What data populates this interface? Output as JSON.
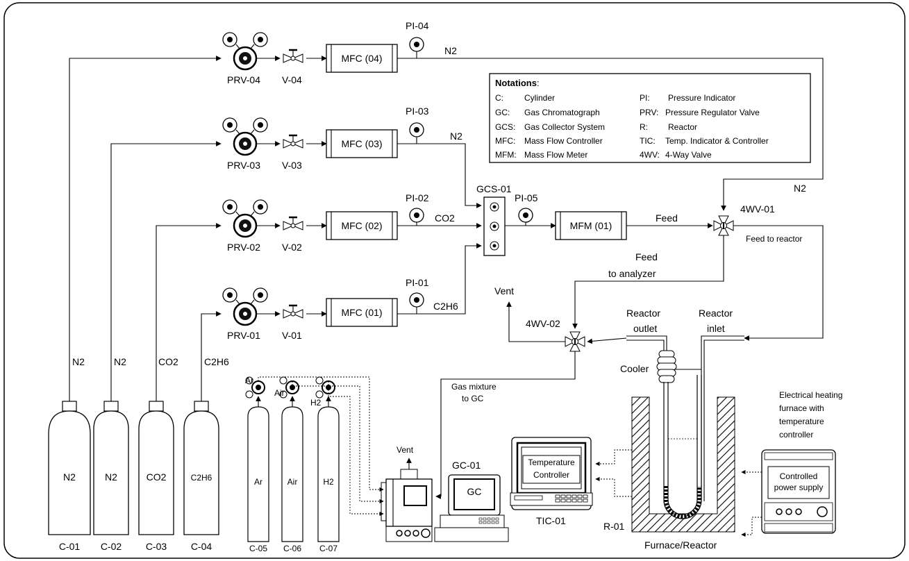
{
  "cylinders": [
    {
      "tag": "C-01",
      "gas": "N2",
      "line_label": "N2"
    },
    {
      "tag": "C-02",
      "gas": "N2",
      "line_label": "N2"
    },
    {
      "tag": "C-03",
      "gas": "CO2",
      "line_label": "CO2"
    },
    {
      "tag": "C-04",
      "gas": "C2H6",
      "line_label": "C2H6"
    },
    {
      "tag": "C-05",
      "gas": "Ar",
      "line_label": "Ar"
    },
    {
      "tag": "C-06",
      "gas": "Air",
      "line_label": "Air"
    },
    {
      "tag": "C-07",
      "gas": "H2",
      "line_label": "H2"
    }
  ],
  "lines": [
    {
      "prv": "PRV-04",
      "valve": "V-04",
      "mfc": "MFC (04)",
      "pi": "PI-04",
      "gas": "N2"
    },
    {
      "prv": "PRV-03",
      "valve": "V-03",
      "mfc": "MFC (03)",
      "pi": "PI-03",
      "gas": "N2"
    },
    {
      "prv": "PRV-02",
      "valve": "V-02",
      "mfc": "MFC (02)",
      "pi": "PI-02",
      "gas": "CO2"
    },
    {
      "prv": "PRV-01",
      "valve": "V-01",
      "mfc": "MFC (01)",
      "pi": "PI-01",
      "gas": "C2H6"
    }
  ],
  "gcs": "GCS-01",
  "pi05": "PI-05",
  "mfm": "MFM (01)",
  "feed": "Feed",
  "v4wv01": "4WV-01",
  "n2_right": "N2",
  "feed_to_reactor": "Feed to reactor",
  "feed_to_analyzer": [
    "Feed",
    "to analyzer"
  ],
  "vent1": "Vent",
  "vent2": "Vent",
  "v4wv02": "4WV-02",
  "reactor_outlet": [
    "Reactor",
    "outlet"
  ],
  "reactor_inlet": [
    "Reactor",
    "inlet"
  ],
  "cooler": "Cooler",
  "gas_mixture": [
    "Gas mixture",
    "to GC"
  ],
  "furnace_desc": [
    "Electrical heating",
    "furnace with",
    "temperature",
    "controller"
  ],
  "power_supply": [
    "Controlled",
    "power supply"
  ],
  "temp_controller": [
    "Temperature",
    "Controller"
  ],
  "tic": "TIC-01",
  "gc_tag": "GC-01",
  "gc_label": "GC",
  "r01": "R-01",
  "furnace_reactor": "Furnace/Reactor",
  "notations": {
    "title": "Notations",
    "colon": ":",
    "left": [
      {
        "k": "C:",
        "v": "Cylinder"
      },
      {
        "k": "GC:",
        "v": "Gas Chromatograph"
      },
      {
        "k": "GCS:",
        "v": "Gas Collector System"
      },
      {
        "k": "MFC:",
        "v": "Mass Flow Controller"
      },
      {
        "k": "MFM:",
        "v": "Mass Flow Meter"
      }
    ],
    "right": [
      {
        "k": "PI:",
        "v": "Pressure Indicator"
      },
      {
        "k": "PRV:",
        "v": "Pressure Regulator Valve"
      },
      {
        "k": "R:",
        "v": "Reactor"
      },
      {
        "k": "TIC:",
        "v": "Temp. Indicator & Controller"
      },
      {
        "k": "4WV:",
        "v": "4-Way Valve"
      }
    ]
  }
}
